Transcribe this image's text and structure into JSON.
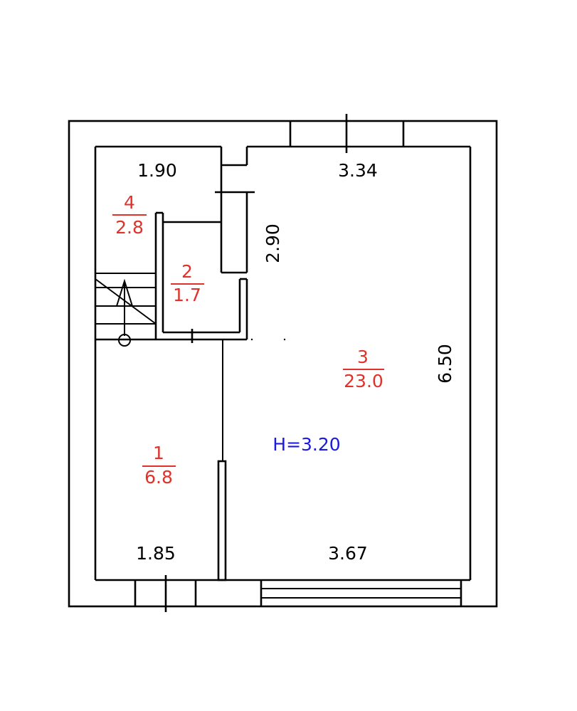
{
  "colors": {
    "wall": "#000000",
    "room_label": "#e0322a",
    "height_label": "#1a1ae0",
    "background": "#ffffff"
  },
  "dimensions": {
    "room4_width": "1.90",
    "room3_width_top": "3.34",
    "room3_width_bottom": "3.67",
    "room1_width": "1.85",
    "corridor_length": "2.90",
    "room3_length": "6.50"
  },
  "rooms": [
    {
      "number": "1",
      "area": "6.8"
    },
    {
      "number": "2",
      "area": "1.7"
    },
    {
      "number": "3",
      "area": "23.0"
    },
    {
      "number": "4",
      "area": "2.8"
    }
  ],
  "ceiling_height": "H=3.20",
  "icons": {
    "stair_arrow": "stair-arrow-icon"
  }
}
